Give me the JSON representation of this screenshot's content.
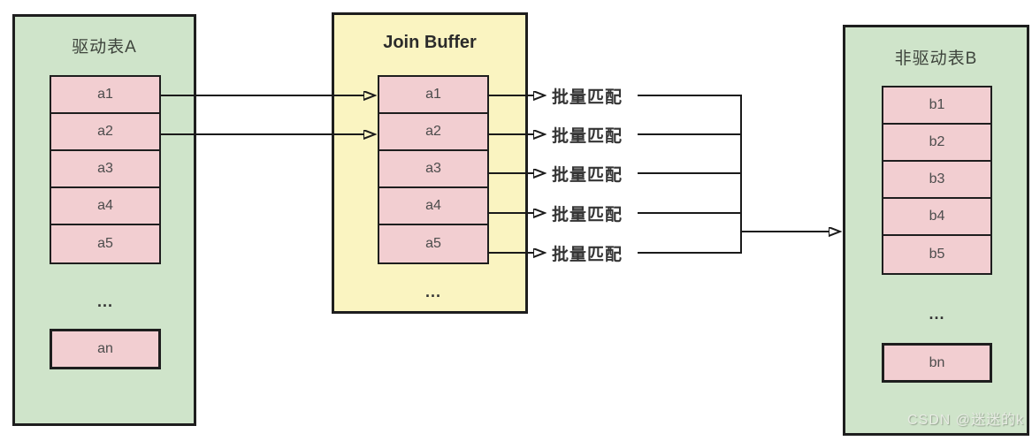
{
  "diagram": {
    "table_a": {
      "title": "驱动表A",
      "rows": [
        "a1",
        "a2",
        "a3",
        "a4",
        "a5"
      ],
      "ellipsis": "...",
      "last_row": "an"
    },
    "join_buffer": {
      "title": "Join Buffer",
      "rows": [
        "a1",
        "a2",
        "a3",
        "a4",
        "a5"
      ],
      "ellipsis": "..."
    },
    "table_b": {
      "title": "非驱动表B",
      "rows": [
        "b1",
        "b2",
        "b3",
        "b4",
        "b5"
      ],
      "ellipsis": "...",
      "last_row": "bn"
    },
    "match_labels": [
      "批量匹配",
      "批量匹配",
      "批量匹配",
      "批量匹配",
      "批量匹配"
    ],
    "watermark": "CSDN @迷迷的k",
    "colors": {
      "table_bg": "#cfe4ca",
      "buffer_bg": "#faf4c1",
      "row_bg": "#f2ced1",
      "border": "#1e1e1e",
      "arrow": "#1a1a1a",
      "row_text": "#4c4c4c"
    }
  }
}
